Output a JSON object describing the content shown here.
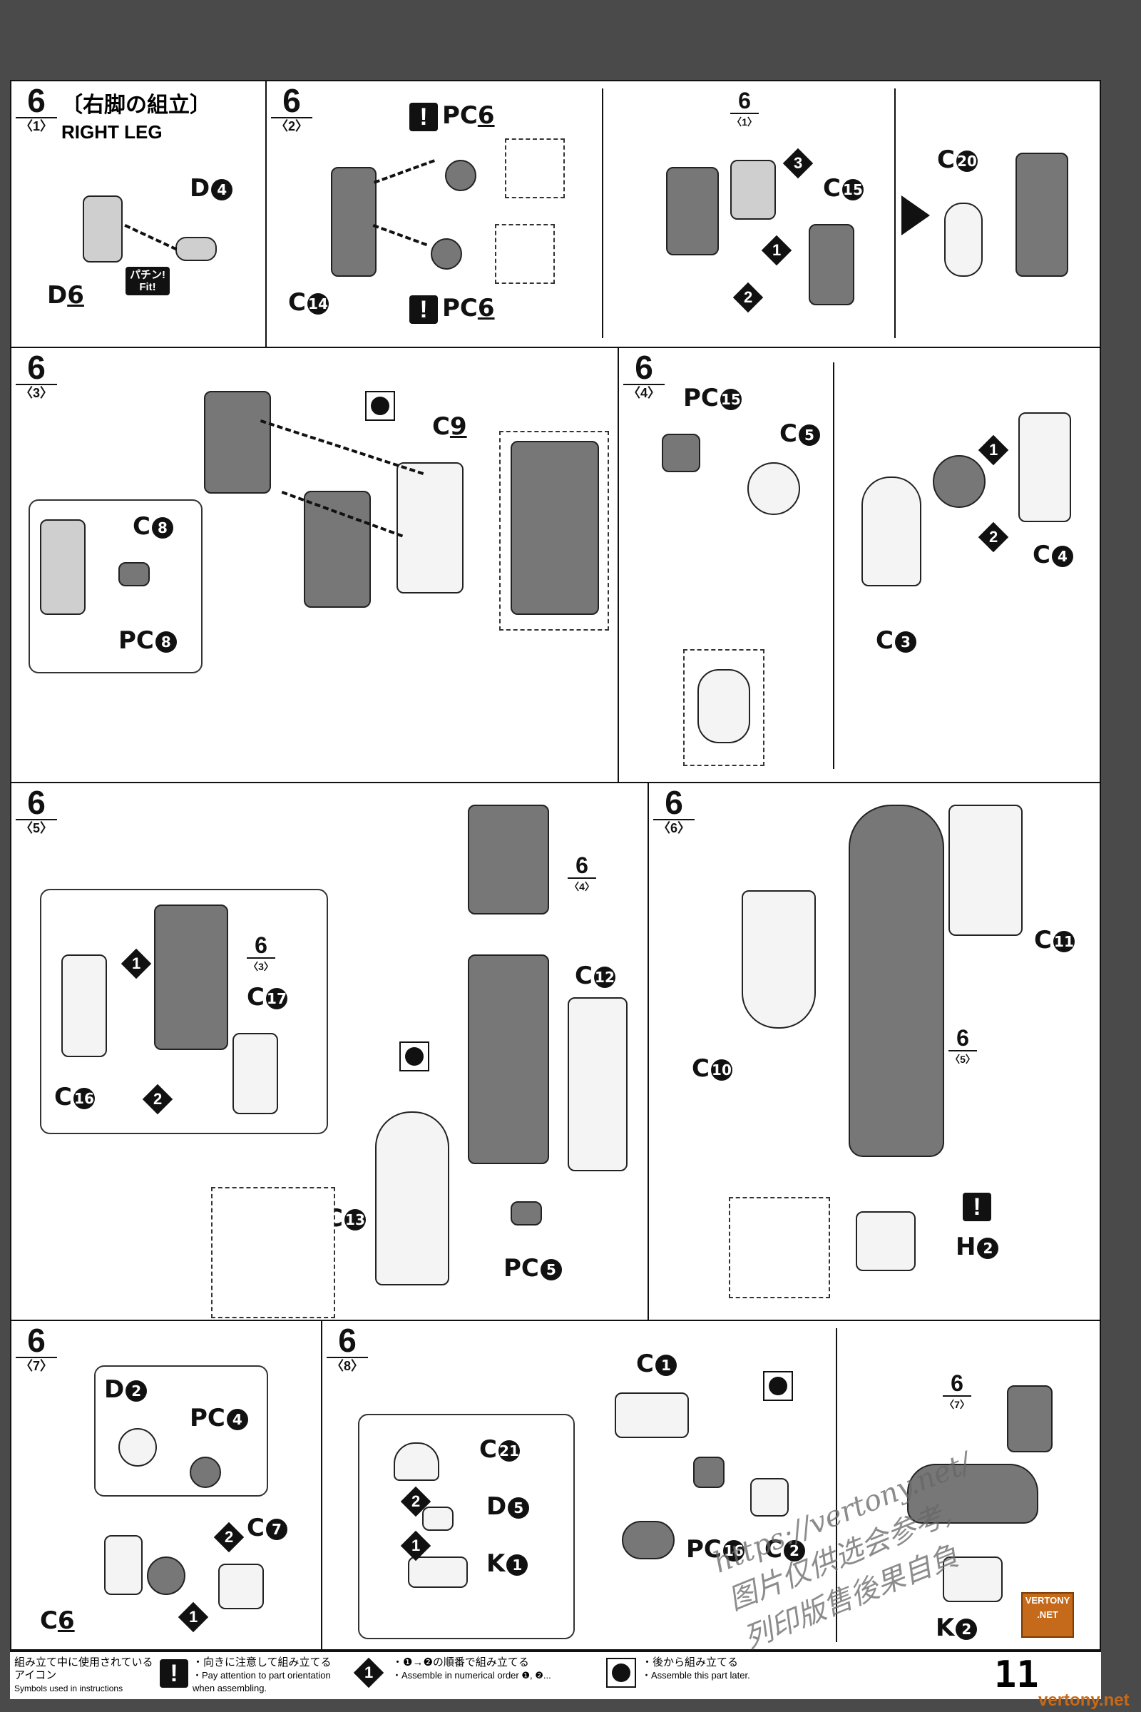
{
  "step_number": "6",
  "title": {
    "jp": "〔右脚の組立〕",
    "en": "RIGHT LEG"
  },
  "panels": {
    "p1": {
      "sub": "〈1〉",
      "parts": {
        "d4": "D",
        "d4_n": "4",
        "d6": "D",
        "d6_n": "6"
      },
      "fit_jp": "パチン!",
      "fit_en": "Fit!"
    },
    "p2": {
      "sub": "〈2〉",
      "parts": {
        "pc6_top": "PC",
        "pc6_top_n": "6",
        "pc6_bottom": "PC",
        "pc6_bottom_n": "6",
        "c14": "C",
        "c14_n": "14",
        "c15": "C",
        "c15_n": "15",
        "c20": "C",
        "c20_n": "20"
      },
      "ref_num": "6",
      "ref_sub": "〈1〉"
    },
    "p3": {
      "sub": "〈3〉",
      "parts": {
        "c9": "C",
        "c9_n": "9",
        "c8": "C",
        "c8_n": "8",
        "pc8": "PC",
        "pc8_n": "8"
      }
    },
    "p4": {
      "sub": "〈4〉",
      "parts": {
        "pc15": "PC",
        "pc15_n": "15",
        "c5": "C",
        "c5_n": "5",
        "c4": "C",
        "c4_n": "4",
        "c3": "C",
        "c3_n": "3"
      }
    },
    "p5": {
      "sub": "〈5〉",
      "parts": {
        "c17": "C",
        "c17_n": "17",
        "c16": "C",
        "c16_n": "16",
        "c12": "C",
        "c12_n": "12",
        "c13": "C",
        "c13_n": "13",
        "pc5": "PC",
        "pc5_n": "5"
      },
      "ref_a_num": "6",
      "ref_a_sub": "〈3〉",
      "ref_b_num": "6",
      "ref_b_sub": "〈4〉"
    },
    "p6": {
      "sub": "〈6〉",
      "parts": {
        "c11": "C",
        "c11_n": "11",
        "c10": "C",
        "c10_n": "10",
        "h2": "H",
        "h2_n": "2"
      },
      "ref_num": "6",
      "ref_sub": "〈5〉"
    },
    "p7": {
      "sub": "〈7〉",
      "parts": {
        "d2": "D",
        "d2_n": "2",
        "pc4": "PC",
        "pc4_n": "4",
        "c7": "C",
        "c7_n": "7",
        "c6": "C",
        "c6_n": "6"
      }
    },
    "p8": {
      "sub": "〈8〉",
      "parts": {
        "c21": "C",
        "c21_n": "21",
        "d5": "D",
        "d5_n": "5",
        "k1": "K",
        "k1_n": "1",
        "c1": "C",
        "c1_n": "1",
        "pc16": "PC",
        "pc16_n": "16",
        "c2": "C",
        "c2_n": "2",
        "k2": "K",
        "k2_n": "2"
      },
      "ref_num": "6",
      "ref_sub": "〈7〉"
    }
  },
  "seq": {
    "one": "1",
    "two": "2",
    "three": "3"
  },
  "attention_mark": "!",
  "watermark": {
    "line1": "https://vertony.net/",
    "line2": "图片仅供选会参考,",
    "line3": "列印版售後果自負"
  },
  "legend": {
    "icons_jp": "組み立て中に使用されているアイコン",
    "icons_en": "Symbols used in instructions",
    "orient_jp": "・向きに注意して組み立てる",
    "orient_en": "・Pay attention to part orientation when assembling.",
    "order_jp": "・❶→❷の順番で組み立てる",
    "order_en": "・Assemble in numerical order ❶, ❷...",
    "later_jp": "・後から組み立てる",
    "later_en": "・Assemble this part later."
  },
  "page_number": "11",
  "logo_text": "VERTONY .NET",
  "corner_url": "vertony.net"
}
